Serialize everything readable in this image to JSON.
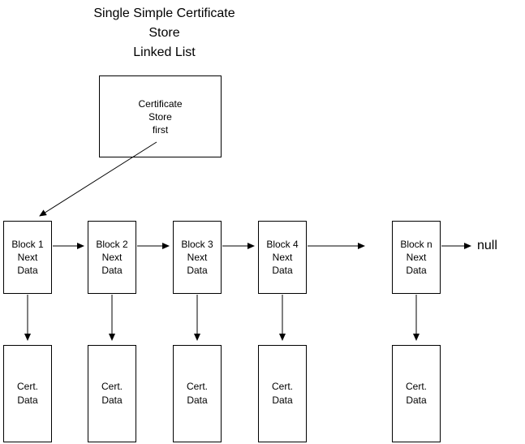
{
  "title": {
    "lines": [
      "Single Simple Certificate",
      "Store",
      "Linked List"
    ]
  },
  "store": {
    "lines": [
      "Certificate",
      "Store",
      "first"
    ]
  },
  "blocks": [
    {
      "title": "Block 1",
      "line2": "Next",
      "line3": "Data"
    },
    {
      "title": "Block 2",
      "line2": "Next",
      "line3": "Data"
    },
    {
      "title": "Block 3",
      "line2": "Next",
      "line3": "Data"
    },
    {
      "title": "Block 4",
      "line2": "Next",
      "line3": "Data"
    },
    {
      "title": "Block n",
      "line2": "Next",
      "line3": "Data"
    }
  ],
  "cert_boxes": [
    {
      "line1": "Cert.",
      "line2": "Data"
    },
    {
      "line1": "Cert.",
      "line2": "Data"
    },
    {
      "line1": "Cert.",
      "line2": "Data"
    },
    {
      "line1": "Cert.",
      "line2": "Data"
    },
    {
      "line1": "Cert.",
      "line2": "Data"
    }
  ],
  "null_label": "null",
  "colors": {
    "line": "#000000",
    "background": "#ffffff",
    "text": "#000000"
  }
}
